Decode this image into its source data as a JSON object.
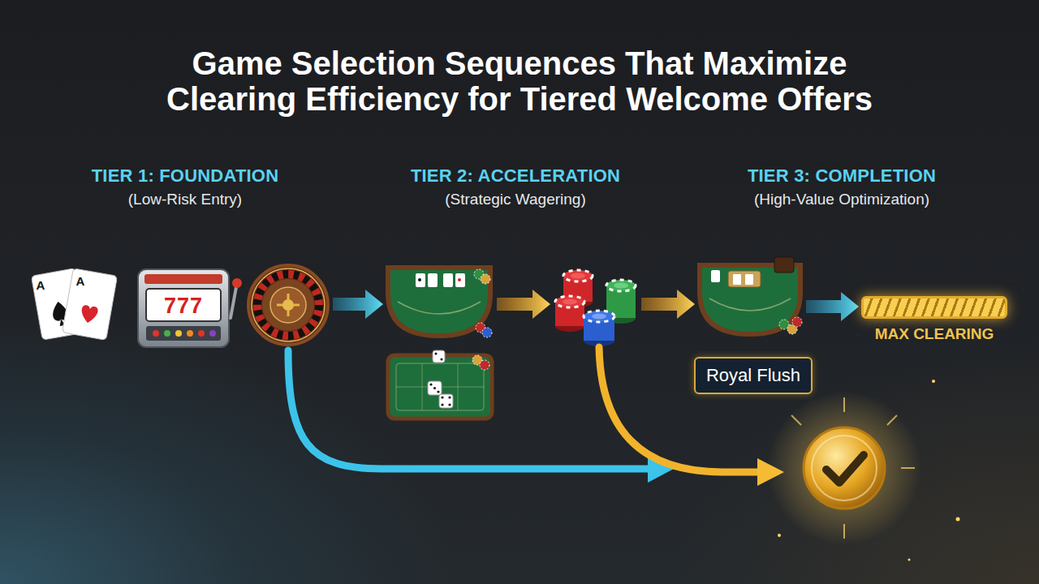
{
  "diagram": {
    "title": "Game Selection Sequences That Maximize Clearing Efficiency for Tiered Welcome Offers",
    "nodes": [
      {
        "text": [
          "Royal Flush"
        ]
      },
      {
        "text": [
          "MAX CLEARING"
        ]
      }
    ],
    "labels": [
      "TIER 1: FOUNDATION",
      "(Low-Risk Entry)",
      "TIER 2: ACCELERATION",
      "(Strategic Wagering)",
      "TIER 3: COMPLETION",
      "(High-Value Optimization)",
      "A",
      "A",
      "777"
    ]
  }
}
